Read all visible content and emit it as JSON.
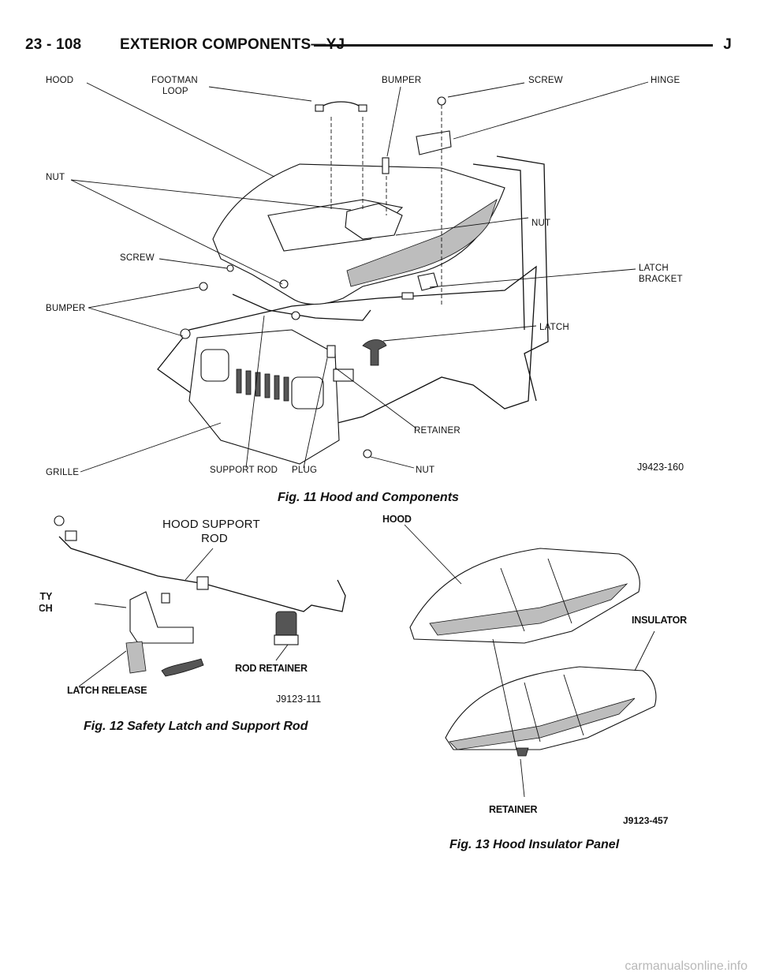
{
  "header": {
    "page_number": "23 - 108",
    "section_title": "EXTERIOR COMPONENTS—YJ",
    "section_letter": "J"
  },
  "fig11": {
    "caption": "Fig. 11 Hood and Components",
    "code": "J9423-160",
    "labels": {
      "hood": "HOOD",
      "footman_loop_1": "FOOTMAN",
      "footman_loop_2": "LOOP",
      "bumper_top": "BUMPER",
      "screw_top": "SCREW",
      "hinge": "HINGE",
      "nut_left": "NUT",
      "nut_right": "NUT",
      "screw_left": "SCREW",
      "latch_bracket_1": "LATCH",
      "latch_bracket_2": "BRACKET",
      "bumper_left": "BUMPER",
      "latch": "LATCH",
      "retainer": "RETAINER",
      "grille": "GRILLE",
      "support_rod": "SUPPORT ROD",
      "plug": "PLUG",
      "nut_bottom": "NUT"
    }
  },
  "fig12": {
    "caption": "Fig. 12 Safety Latch and Support Rod",
    "code": "J9123-111",
    "labels": {
      "hood_support_1": "HOOD SUPPORT",
      "hood_support_2": "ROD",
      "safety_latch_1": "SAFETY",
      "safety_latch_2": "LATCH",
      "latch_release": "LATCH RELEASE",
      "rod_retainer": "ROD RETAINER"
    }
  },
  "fig13": {
    "caption": "Fig. 13 Hood Insulator Panel",
    "code": "J9123-457",
    "labels": {
      "hood": "HOOD",
      "insulator": "INSULATOR",
      "retainer": "RETAINER"
    }
  },
  "watermark": "carmanualsonline.info"
}
